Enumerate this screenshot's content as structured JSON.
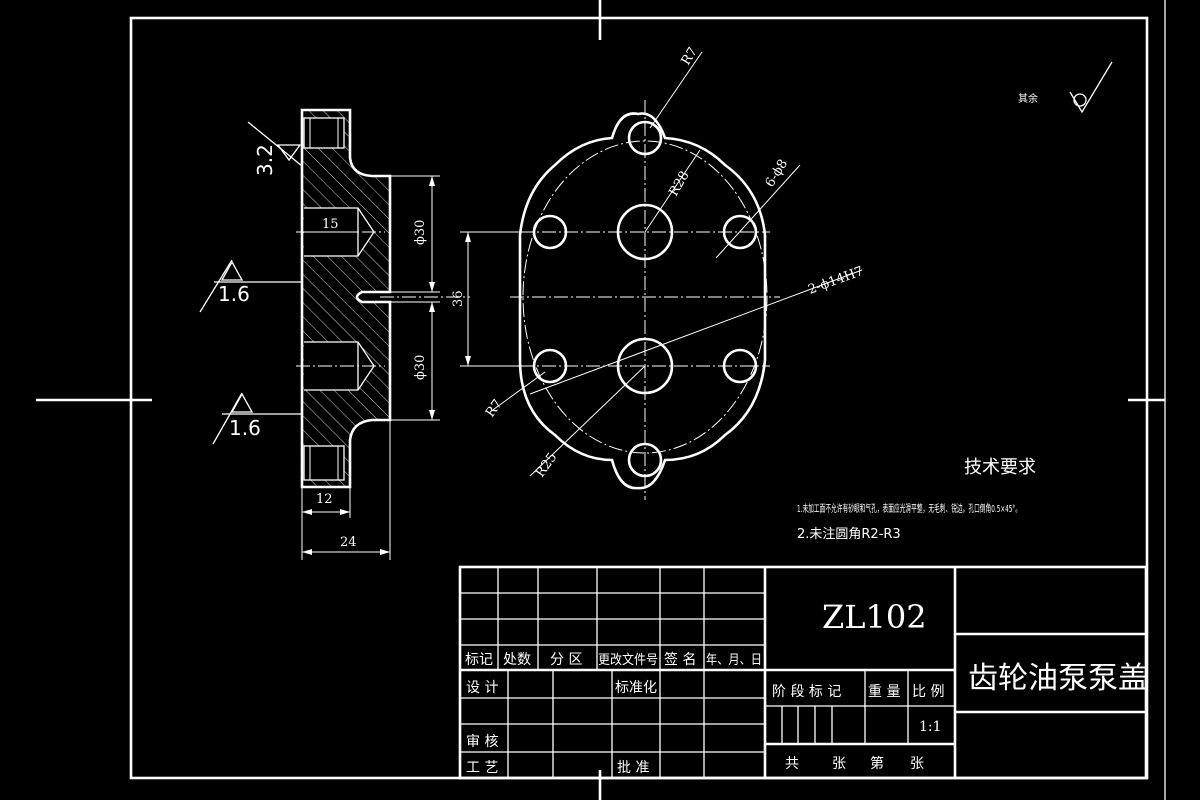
{
  "drawing": {
    "part_code": "ZL102",
    "part_name": "齿轮油泵泵盖",
    "surface_other": "其余",
    "roughness": {
      "top": "3.2",
      "mid": "1.6",
      "low": "1.6"
    },
    "section_dims": {
      "hole_depth": "15",
      "dia_upper": "ϕ30",
      "dia_lower": "ϕ30",
      "boss_width": "12",
      "total_width": "24",
      "center_dist": "36"
    },
    "plan_dims": {
      "r_top": "R7",
      "r_circle": "R28",
      "small_holes": "6-ϕ8",
      "bores": "2-ϕ14H7",
      "r_left": "R7",
      "r_outer": "R25"
    },
    "tech_req": {
      "title": "技术要求",
      "item1": "1.未加工面不允许有砂眼和气孔，表面应光滑平整，无毛刺、锐边。孔口倒角0.5×45°。",
      "item2": "2.未注圆角R2-R3"
    },
    "title_block": {
      "headers": [
        "标记",
        "处数",
        "分 区",
        "更改文件号",
        "签 名",
        "年、月、日"
      ],
      "design": "设 计",
      "standard": "标准化",
      "review": "审 核",
      "process": "工 艺",
      "approve": "批 准",
      "stage": "阶 段 标 记",
      "weight": "重 量",
      "ratio": "比 例",
      "scale": "1:1",
      "sheets": [
        "共",
        "张",
        "第",
        "张"
      ]
    }
  }
}
